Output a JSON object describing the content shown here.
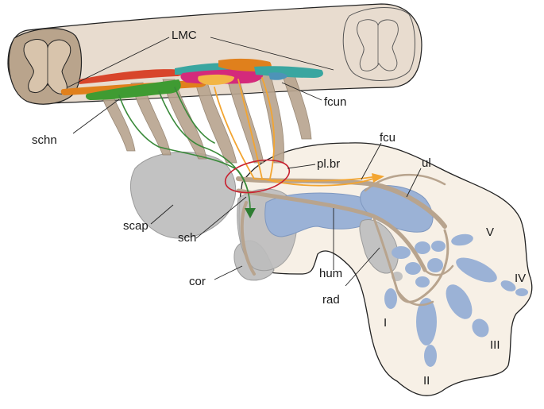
{
  "labels": {
    "lmc": "LMC",
    "schn": "schn",
    "fcun": "fcun",
    "fcu": "fcu",
    "plbr": "pl.br",
    "ul": "ul",
    "scap": "scap",
    "sch": "sch",
    "cor": "cor",
    "hum": "hum",
    "rad": "rad",
    "digit_I": "I",
    "digit_II": "II",
    "digit_III": "III",
    "digit_IV": "IV",
    "digit_V": "V"
  },
  "colors": {
    "spinal_cord": "#e8dccf",
    "spinal_cord_end": "#b9a48c",
    "nerve": "#b8a48e",
    "motor_orange": "#f3a531",
    "motor_green": "#3a8a3a",
    "pool_orange": "#e0801c",
    "pool_green": "#3f9b32",
    "pool_teal": "#3aa6a0",
    "pool_magenta": "#d42a7b",
    "pool_red": "#d8452b",
    "pool_blue": "#4d93b8",
    "plexus_circle": "#c8202f",
    "bone_blue": "#9bb2d6",
    "girdle_grey": "#c2c2c2",
    "limb_fill": "#f7f0e6"
  }
}
